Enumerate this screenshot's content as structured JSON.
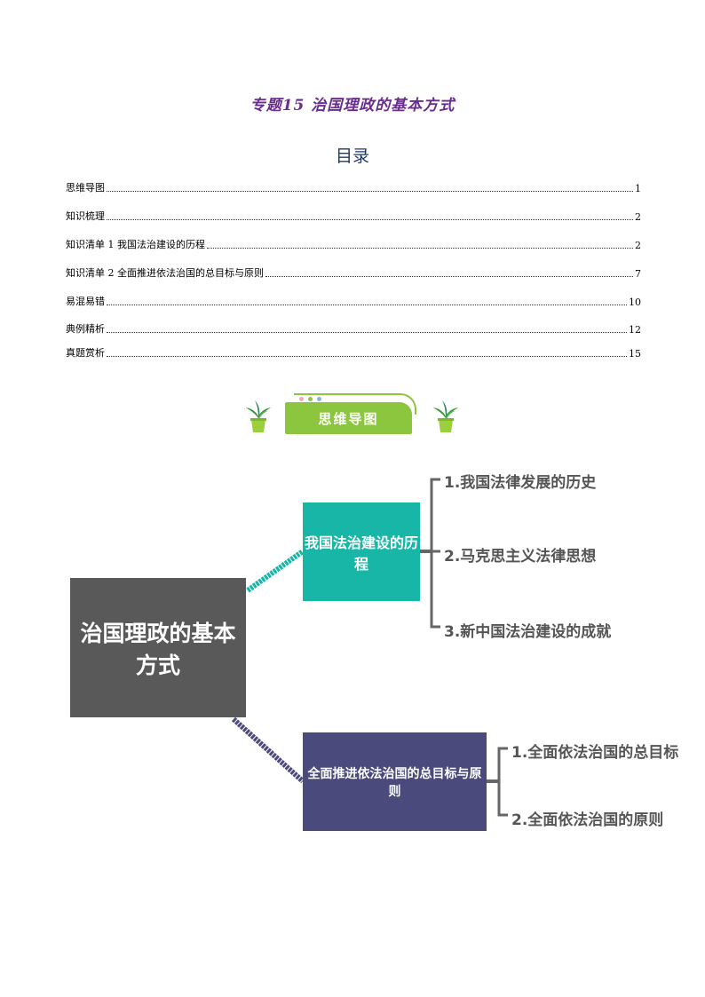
{
  "doc": {
    "title": "专题15 治国理政的基本方式",
    "toc_heading": "目录"
  },
  "toc": [
    {
      "label": "思维导图",
      "page": "1"
    },
    {
      "label": "知识梳理",
      "page": "2"
    },
    {
      "label": "知识清单 1 我国法治建设的历程",
      "page": "2"
    },
    {
      "label": "知识清单 2 全面推进依法治国的总目标与原则",
      "page": "7"
    },
    {
      "label": "易混易错",
      "page": "10"
    },
    {
      "label": "典例精析",
      "page": "12"
    },
    {
      "label": "真题赏析",
      "page": "15"
    }
  ],
  "banner": {
    "label": "思维导图",
    "accent": "#8cc63e"
  },
  "mindmap": {
    "root": "治国理政的基本方式",
    "branches": [
      {
        "label": "我国法治建设的历程",
        "color": "#17b6a6",
        "leaves": [
          "1.我国法律发展的历史",
          "2.马克思主义法律思想",
          "3.新中国法治建设的成就"
        ]
      },
      {
        "label": "全面推进依法治国的总目标与原则",
        "color": "#4a4a7c",
        "leaves": [
          "1.全面依法治国的总目标",
          "2.全面依法治国的原则"
        ]
      }
    ]
  }
}
